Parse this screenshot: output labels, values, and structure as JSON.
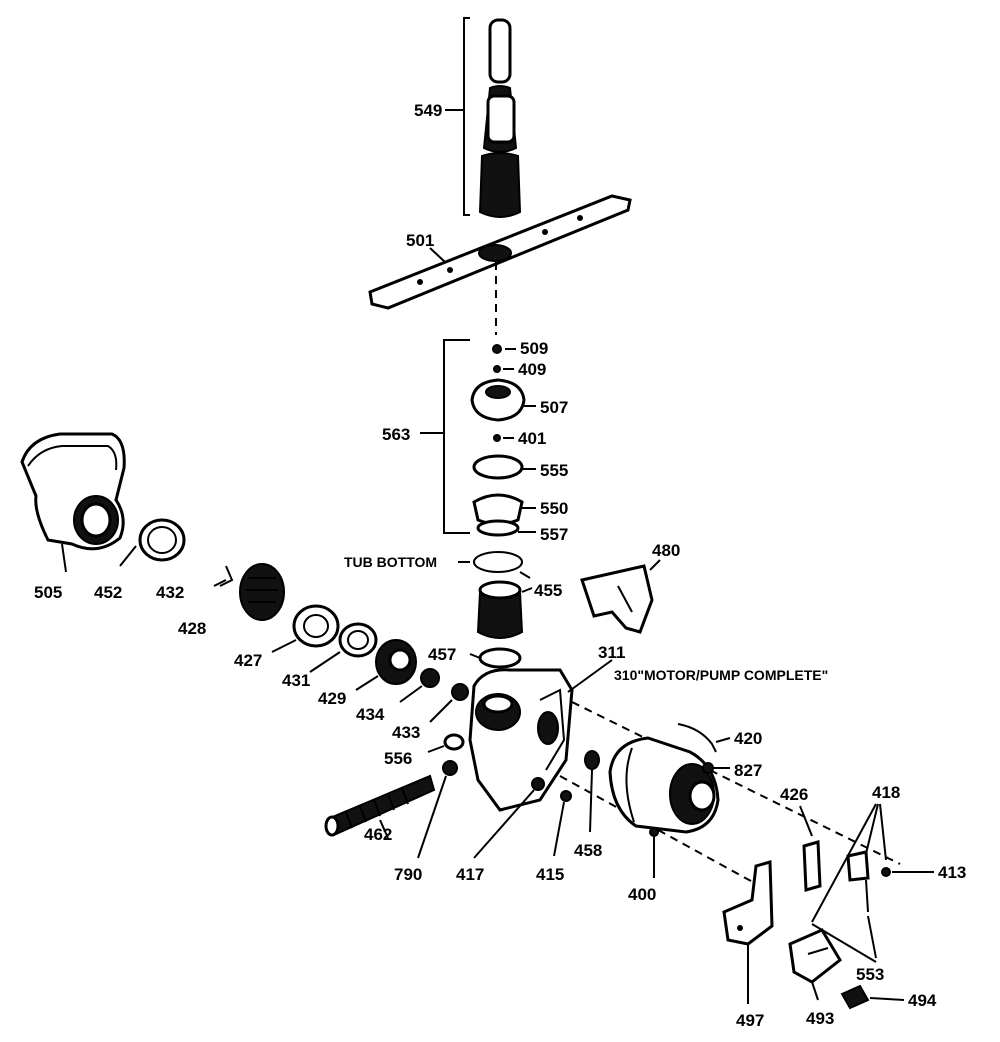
{
  "labels": {
    "p549": "549",
    "p501": "501",
    "p509": "509",
    "p409": "409",
    "p507": "507",
    "p401": "401",
    "p563": "563",
    "p555": "555",
    "p550": "550",
    "p557": "557",
    "tub_bottom": "TUB BOTTOM",
    "p480": "480",
    "p455": "455",
    "p457": "457",
    "p311": "311",
    "p310": "310\"MOTOR/PUMP COMPLETE\"",
    "p505": "505",
    "p452": "452",
    "p432": "432",
    "p428": "428",
    "p427": "427",
    "p431": "431",
    "p429": "429",
    "p434": "434",
    "p433": "433",
    "p556": "556",
    "p462": "462",
    "p790": "790",
    "p417": "417",
    "p415": "415",
    "p458": "458",
    "p400": "400",
    "p420": "420",
    "p827": "827",
    "p426": "426",
    "p418": "418",
    "p413": "413",
    "p553": "553",
    "p497": "497",
    "p493": "493",
    "p494": "494"
  }
}
